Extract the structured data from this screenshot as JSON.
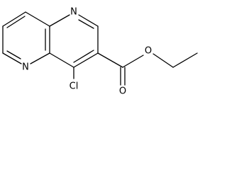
{
  "molecule": {
    "atoms": {
      "n_top": "N",
      "n_bottom": "N",
      "cl": "Cl",
      "o_ester": "O",
      "o_carbonyl": "O"
    }
  },
  "colors": {
    "bond": "#000000",
    "text": "#000000",
    "background": "#ffffff"
  }
}
